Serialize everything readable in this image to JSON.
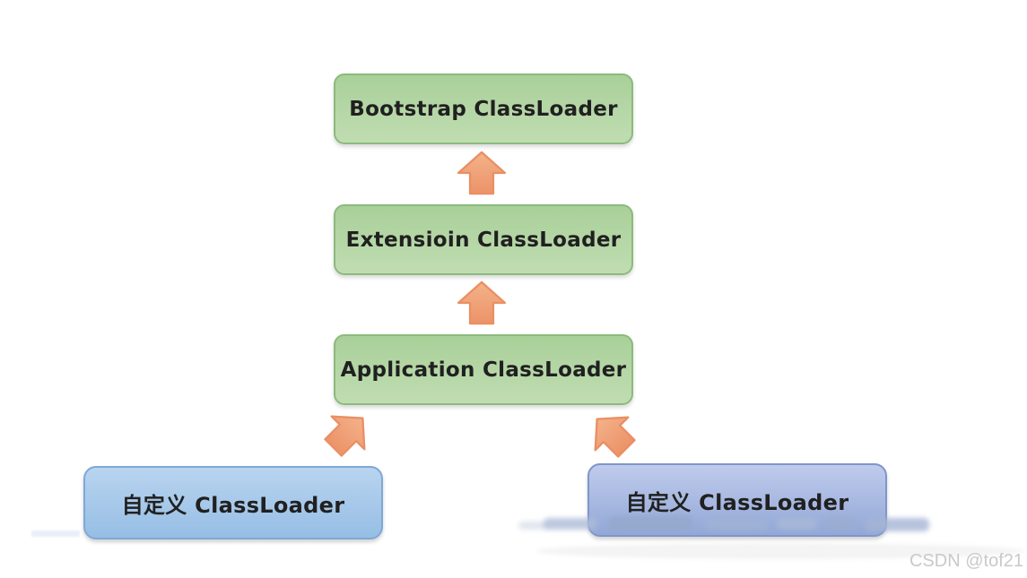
{
  "diagram": {
    "nodes": [
      {
        "id": "bootstrap",
        "label": "Bootstrap ClassLoader",
        "shape": "green-rounded-rect"
      },
      {
        "id": "extension",
        "label": "Extensioin ClassLoader",
        "shape": "green-rounded-rect"
      },
      {
        "id": "application",
        "label": "Application ClassLoader",
        "shape": "green-rounded-rect"
      },
      {
        "id": "custom-left",
        "label": "自定义 ClassLoader",
        "shape": "blue-rounded-rect"
      },
      {
        "id": "custom-right",
        "label": "自定义 ClassLoader",
        "shape": "blue-rounded-rect"
      }
    ],
    "arrows": [
      {
        "from": "extension",
        "to": "bootstrap",
        "direction": "up"
      },
      {
        "from": "application",
        "to": "extension",
        "direction": "up"
      },
      {
        "from": "custom-left",
        "to": "application",
        "direction": "up-right"
      },
      {
        "from": "custom-right",
        "to": "application",
        "direction": "up-left"
      }
    ]
  },
  "watermark": {
    "text": "CSDN @tof21"
  },
  "colors": {
    "green-top": "#a9d099",
    "green-bottom": "#c0ddb2",
    "green-border": "#8cba7c",
    "blue-left-top": "#b9d4ef",
    "blue-left-bottom": "#96bee5",
    "blue-left-border": "#7fa8d6",
    "blue-right-top": "#bfcbec",
    "blue-right-bottom": "#92a8d7",
    "blue-right-border": "#8095cb",
    "arrow-top": "#f4b28a",
    "arrow-bottom": "#ec9368",
    "arrow-border": "#ea8f63",
    "text": "#202020",
    "watermark": "#c9c9c9"
  }
}
